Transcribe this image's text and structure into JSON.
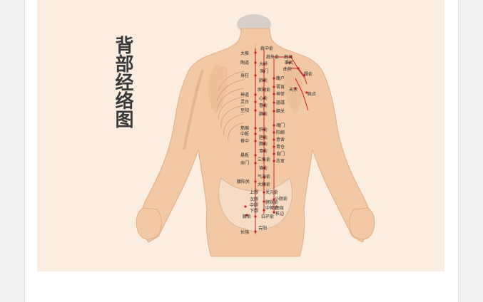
{
  "diagram": {
    "title": "背部经络图",
    "colors": {
      "background": "#fbeee1",
      "skin": "#f2c9a4",
      "skin_shadow": "#e6ad85",
      "meridian": "#cc1f1f",
      "label": "#2a2a2a"
    },
    "acupoints": {
      "jianzhongshu": "肩中俞",
      "jianwaishu": "肩外俞",
      "jianjing": "肩井",
      "dazhui": "大椎",
      "dazhu": "大杼",
      "quyuan": "曲垣",
      "bingfeng": "秉风",
      "taodao": "陶道",
      "fengmen": "风门",
      "naoshu": "臑俞",
      "shenzhu": "身柱",
      "feishu": "肺俞",
      "tianzong": "天宗",
      "jueyinshu": "厥阴俞",
      "pohu": "魄户",
      "shendao": "神道",
      "xinshu": "心俞",
      "gaohuang": "膏肓",
      "jianzhen": "肩贞",
      "lingtai": "灵台",
      "dushu": "督俞",
      "shentang": "神堂",
      "zhiyang": "至阳",
      "geshu": "膈俞",
      "yixi": "譩譆",
      "geguan": "膈关",
      "jinsuo": "筋缩",
      "ganshu": "肝俞",
      "hunmen": "魂门",
      "zhongshu": "中枢",
      "danshu": "胆俞",
      "yanggang": "阳纲",
      "jizhong": "脊中",
      "pishu": "脾俞",
      "yishe": "意舍",
      "weishu": "胃俞",
      "weicang": "胃仓",
      "xuanshu": "悬枢",
      "sanjiaoshu": "三焦俞",
      "huangmen": "肓门",
      "mingmen": "命门",
      "shenshu": "肾俞",
      "zhishi": "志室",
      "qihaishu": "气海俞",
      "yaoyangguan": "腰阳关",
      "dachangshu": "大肠俞",
      "guanyuanshu": "关元俞",
      "shangliao": "上髎",
      "ciliao": "次髎",
      "zhongliao": "中髎",
      "xialiao": "下髎",
      "xiaochangshu": "小肠俞",
      "pangguangshu": "膀胱俞",
      "zhonglushu": "中膂俞",
      "baohuang": "胞肓",
      "zhibian": "秩边",
      "baihuanshu": "白环俞",
      "yaoshu": "腰俞",
      "huiyang": "会阳",
      "changqiang": "长强"
    }
  }
}
